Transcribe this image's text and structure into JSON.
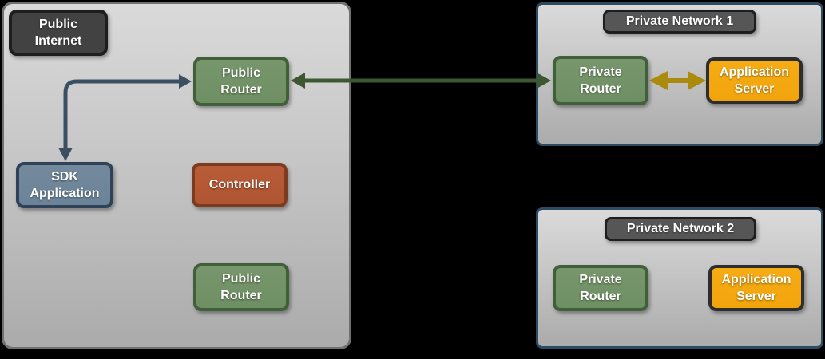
{
  "colors": {
    "background": "#000000",
    "public_container_border": "#707070",
    "private_container_border": "#2e4a63",
    "badge_fill": "#424242",
    "badge_slim_fill": "#565656",
    "badge_border": "#1e1e1e",
    "green_fill": "#6e8f63",
    "green_border": "#40603a",
    "blue_fill": "#6b8499",
    "blue_border": "#2f4258",
    "rust_fill": "#b05532",
    "rust_border": "#7c3a1e",
    "orange_fill": "#f2a40c",
    "orange_border": "#2d2d2d",
    "arrow_navy": "#3b4f63",
    "arrow_green": "#3d5733",
    "arrow_gold": "#ab8b0e"
  },
  "containers": {
    "public_internet": {
      "badge": "Public\nInternet",
      "nodes": {
        "public_router_top": "Public\nRouter",
        "sdk_application": "SDK\nApplication",
        "controller": "Controller",
        "public_router_bottom": "Public\nRouter"
      }
    },
    "private_network_1": {
      "badge": "Private Network 1",
      "nodes": {
        "private_router": "Private\nRouter",
        "application_server": "Application\nServer"
      }
    },
    "private_network_2": {
      "badge": "Private Network 2",
      "nodes": {
        "private_router": "Private\nRouter",
        "application_server": "Application\nServer"
      }
    }
  },
  "arrows": [
    {
      "name": "sdk-application-public-router-connector",
      "style": "navy elbow, double-headed"
    },
    {
      "name": "public-router-private-router-link",
      "style": "green straight, double-headed"
    },
    {
      "name": "private-router-application-server-link",
      "style": "gold straight, double-headed"
    }
  ]
}
